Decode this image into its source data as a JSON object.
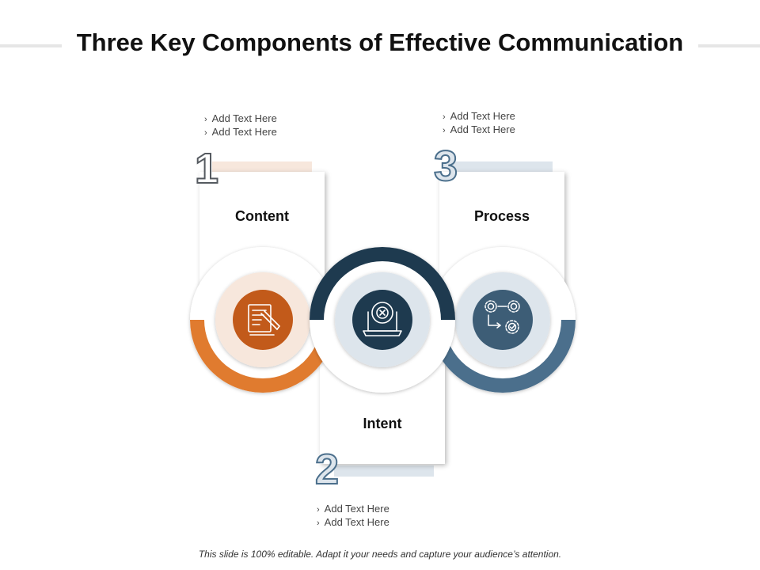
{
  "title": "Three Key Components of Effective Communication",
  "footer": "This slide is 100% editable. Adapt it your needs and capture your audience’s attention.",
  "bullet_marker": "›",
  "colors": {
    "orange": "#e07b2f",
    "orange_dark": "#c25a1a",
    "orange_light": "#f7e7dc",
    "navy": "#1e3a4f",
    "navy_light": "#dde5ec",
    "steel": "#4b6f8c",
    "steel_dark": "#3d5d76",
    "steel_light": "#dde5ec"
  },
  "steps": [
    {
      "number": "1",
      "label": "Content",
      "icon": "document-pencil-icon",
      "bullets": [
        "Add Text Here",
        "Add Text Here"
      ]
    },
    {
      "number": "2",
      "label": "Intent",
      "icon": "target-tablet-icon",
      "bullets": [
        "Add Text Here",
        "Add Text Here"
      ]
    },
    {
      "number": "3",
      "label": "Process",
      "icon": "gears-flow-icon",
      "bullets": [
        "Add Text Here",
        "Add Text Here"
      ]
    }
  ]
}
